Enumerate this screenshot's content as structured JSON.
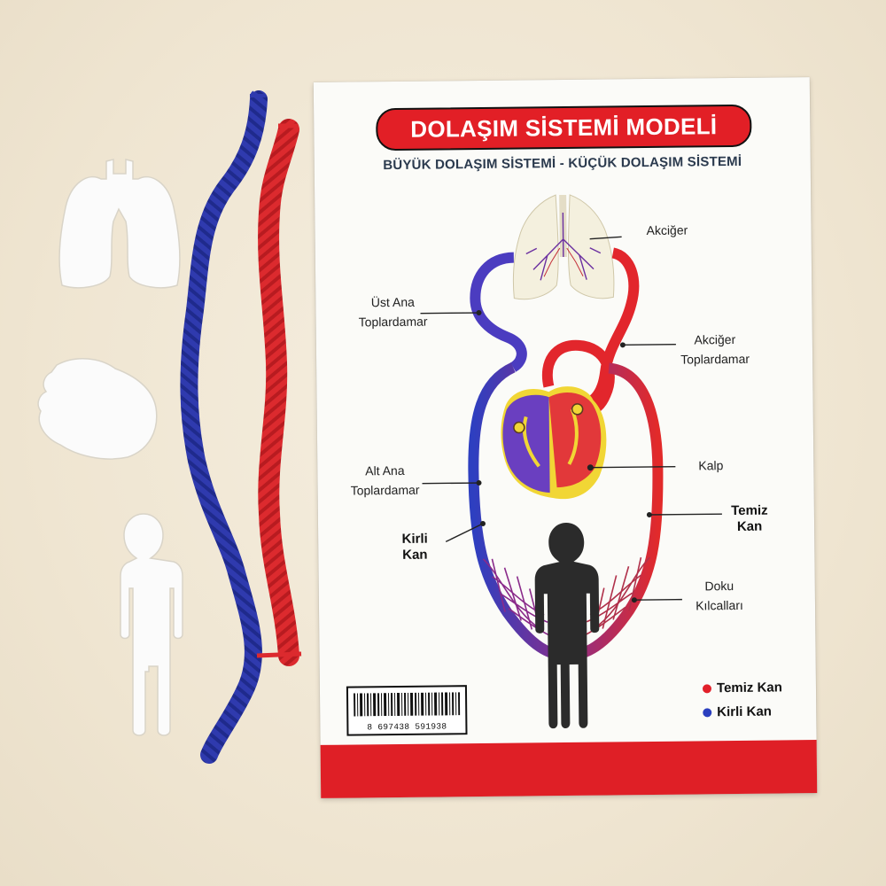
{
  "card": {
    "title": "DOLAŞIM SİSTEMİ MODELİ",
    "subtitle": "BÜYÜK DOLAŞIM SİSTEMİ - KÜÇÜK DOLAŞIM SİSTEMİ",
    "labels": {
      "lung": "Akciğer",
      "upper_vein_1": "Üst Ana",
      "upper_vein_2": "Toplardamar",
      "pulmonary_vein_1": "Akciğer",
      "pulmonary_vein_2": "Toplardamar",
      "heart": "Kalp",
      "lower_vein_1": "Alt Ana",
      "lower_vein_2": "Toplardamar",
      "clean_blood_1": "Temiz",
      "clean_blood_2": "Kan",
      "dirty_blood_1": "Kirli",
      "dirty_blood_2": "Kan",
      "capillaries_1": "Doku",
      "capillaries_2": "Kılcalları"
    },
    "barcode": "8 697438 591938",
    "legend": [
      {
        "label": "Temiz Kan",
        "color": "#e2202a"
      },
      {
        "label": "Kirli Kan",
        "color": "#2b3fbf"
      }
    ]
  },
  "pieces": {
    "lung": "white foam lung cut-out",
    "heart": "white foam heart cut-out",
    "body": "white foam human figure cut-out",
    "ropes": [
      {
        "name": "blue-rope",
        "color": "#2b34a8"
      },
      {
        "name": "red-rope",
        "color": "#d8232a"
      }
    ]
  },
  "colors": {
    "background": "#f1e8d6",
    "red": "#e2202a",
    "blue": "#2b3fbf",
    "heart_yellow": "#f1d635",
    "lung_fill": "#f4f0de"
  }
}
